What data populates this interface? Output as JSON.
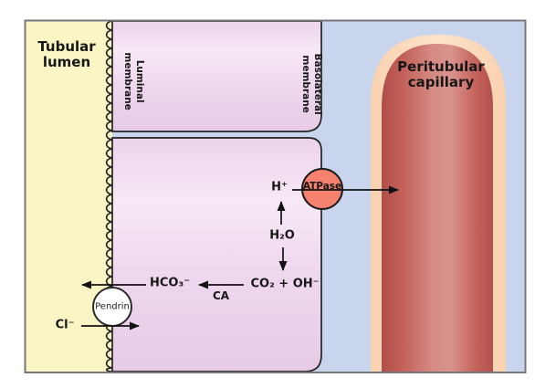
{
  "figure": {
    "regions": {
      "tubular_lumen": "Tubular lumen",
      "peritubular_capillary": "Peritubular capillary"
    },
    "membranes": {
      "luminal": "Luminal membrane",
      "basolateral": "Basolateral membrane"
    },
    "transporters": {
      "atpase": "ATPase",
      "pendrin": "Pendrin"
    },
    "molecules": {
      "h_plus": "H⁺",
      "h2o": "H₂O",
      "co2_oh": "CO₂ + OH⁻",
      "hco3": "HCO₃⁻",
      "enzyme_ca": "CA",
      "cl": "Cl⁻"
    },
    "colors": {
      "lumen_yellow": "#FAF5C4",
      "interstitium_blue": "#C9D5ED",
      "cell_pink": "#EFD8EE",
      "cell_highlight": "#F8EBF7",
      "cell_outline": "#232323",
      "capillary_wall_peach": "#FBD9BC",
      "capillary_blood_red": "#C4615B",
      "atpase_fill": "#F5826F",
      "pendrin_fill": "#FFFFFF",
      "arrow_black": "#121212",
      "panel_border_gray": "#77777B",
      "text_black": "#171717"
    }
  }
}
